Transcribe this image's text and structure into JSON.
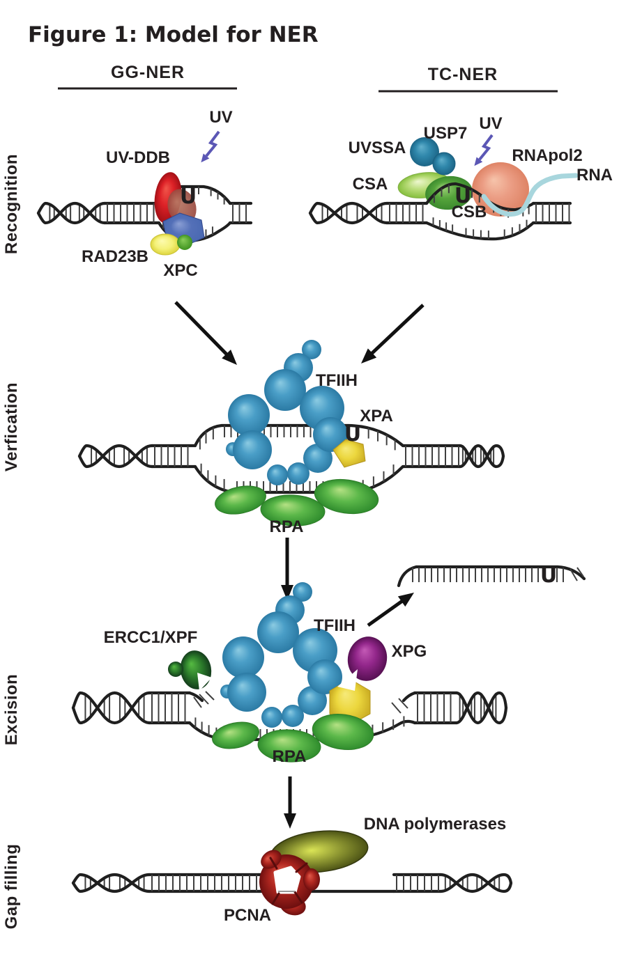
{
  "figure": {
    "title": "Figure 1: Model for NER"
  },
  "pathways": {
    "left": "GG-NER",
    "right": "TC-NER"
  },
  "stages": [
    {
      "label": "Recognition"
    },
    {
      "label": "Verfication"
    },
    {
      "label": "Excision"
    },
    {
      "label": "Gap filling"
    }
  ],
  "labels": {
    "uv_gg": "UV",
    "uv_ddb": "UV-DDB",
    "rad23b": "RAD23B",
    "xpc": "XPC",
    "usp7": "USP7",
    "uv_tc": "UV",
    "uvssa": "UVSSA",
    "csa": "CSA",
    "csb": "CSB",
    "rnapol2": "RNApol2",
    "rna": "RNA",
    "tfiih_verification": "TFIIH",
    "xpa": "XPA",
    "rpa_verification": "RPA",
    "ercc1_xpf": "ERCC1/XPF",
    "tfiih_excision": "TFIIH",
    "xpg": "XPG",
    "rpa_excision": "RPA",
    "dna_polymerases": "DNA polymerases",
    "pcna": "PCNA",
    "lesion": "U"
  },
  "colors": {
    "text": "#231f20",
    "lesion_red": "#e8191f",
    "uv_bolt_purple": "#5b57b5",
    "tfiih_blue": "#4a9ec7",
    "uvssa_usp7_teal": "#2f87ab",
    "csa_light_green": "#b8dc78",
    "csb_green": "#55a43b",
    "rnapol2_salmon": "#eb9d84",
    "rna_light_blue": "#a8d6dd",
    "uvddb_red": "#dd2127",
    "uvddb_dark_red": "#9a4a40",
    "xpc_slate_blue": "#4a69b2",
    "rad23b_pale_yellow": "#f4f178",
    "xpa_yellow": "#ecd73e",
    "rpa_green": "#46a146",
    "ercc1_dark_green": "#1e5b2d",
    "xpg_purple": "#8a2483",
    "polymerase_olive": "#8a9330",
    "pcna_dark_red": "#b02720",
    "dna_black": "#1f1f1f",
    "arrow_black": "#111111"
  }
}
